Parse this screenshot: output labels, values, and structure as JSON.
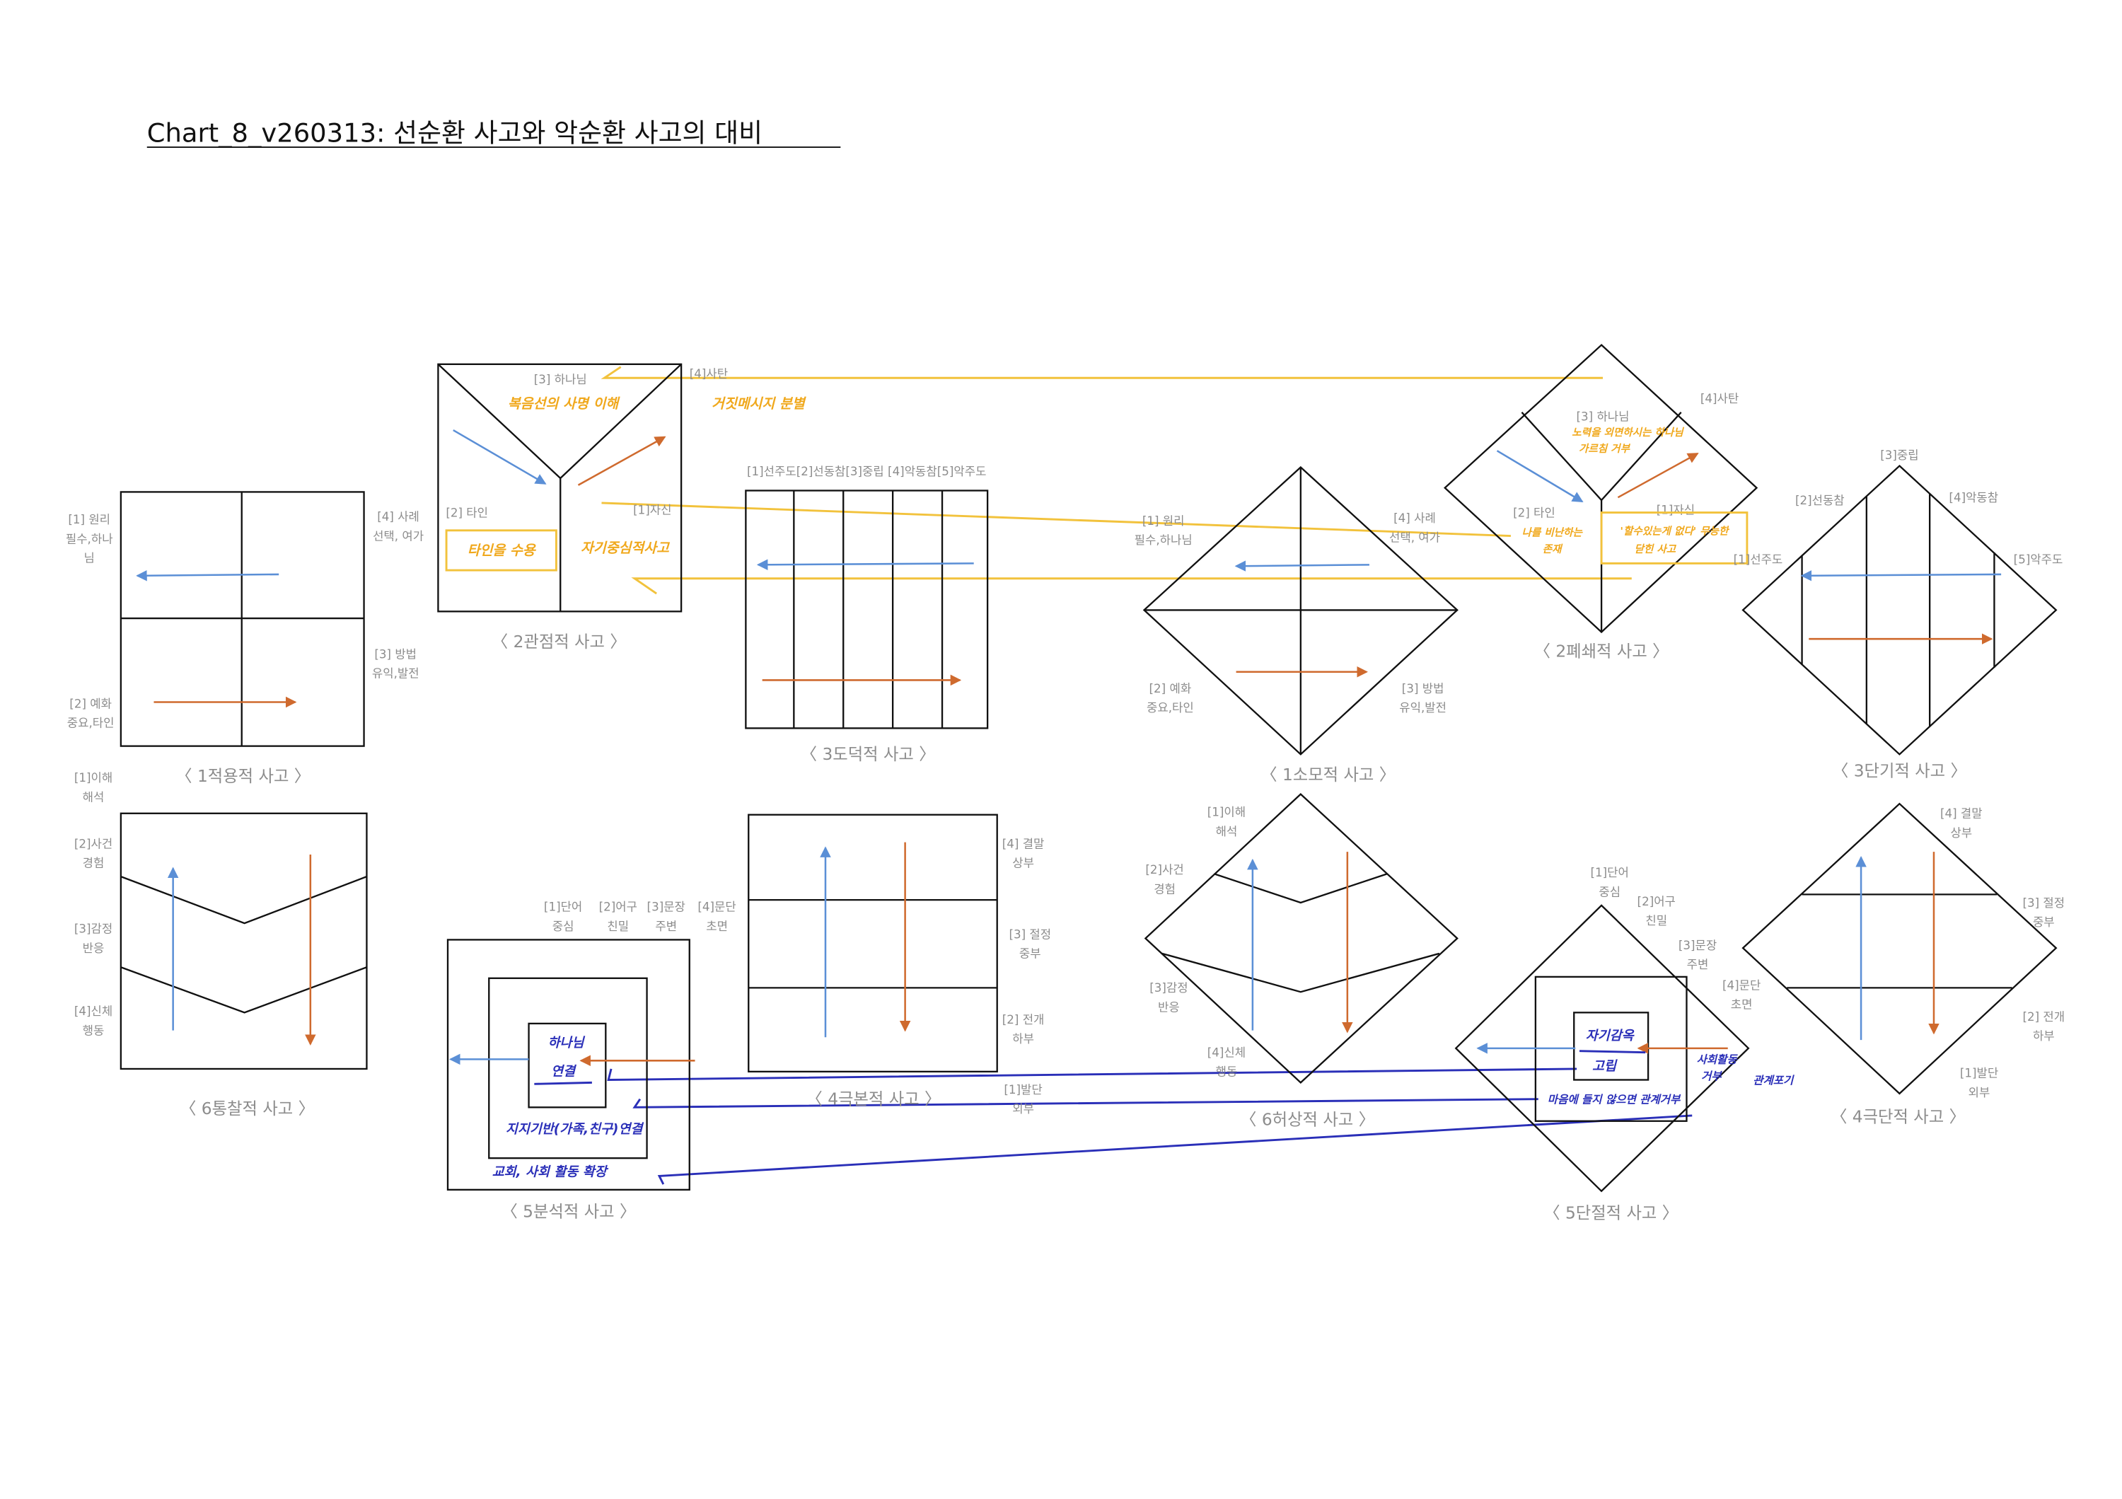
{
  "title": "Chart_8_v260313: 선순환 사고와 악순환 사고의 대비",
  "d1": {
    "caption": "〈 1적용적 사고 〉",
    "l1": [
      "[1] 원리",
      "필수,하나",
      "님"
    ],
    "l4": [
      "[4] 사례",
      "선택, 여가"
    ],
    "l3": [
      "[3] 방법",
      "유익,발전"
    ],
    "l2": [
      "[2] 예화",
      "중요,타인"
    ]
  },
  "d2": {
    "caption": "〈 2관점적 사고 〉",
    "l3": "[3] 하나님",
    "l4": "[4]사탄",
    "l2": "[2] 타인",
    "l1": "[1]자신",
    "note_top": "복음선의 사명 이해",
    "note_satan": "거짓메시지 분별",
    "note_other": "타인을 수용",
    "note_self": "자기중심적사고"
  },
  "d3": {
    "caption": "〈 3도덕적 사고 〉",
    "header": "[1]선주도[2]선동참[3]중립 [4]악동참[5]악주도"
  },
  "d4": {
    "caption": "〈 1소모적 사고 〉",
    "l1": [
      "[1] 원리",
      "필수,하나님"
    ],
    "l4": [
      "[4] 사례",
      "선택, 여가"
    ],
    "l2": [
      "[2] 예화",
      "중요,타인"
    ],
    "l3": [
      "[3] 방법",
      "유익,발전"
    ]
  },
  "d5": {
    "caption": "〈 2폐쇄적 사고 〉",
    "l3": "[3] 하나님",
    "l4": "[4]사탄",
    "l2": "[2] 타인",
    "l1": "[1]자신",
    "note_top": [
      "노력을 외면하시는 하나님",
      "가르침 거부"
    ],
    "note_other": [
      "나를 비난하는",
      "존재"
    ],
    "note_self": [
      "'할수있는게 없다' 무능한",
      "닫힌 사고"
    ]
  },
  "d6": {
    "caption": "〈 3단기적 사고 〉",
    "l3": "[3]중립",
    "l2": "[2]선동참",
    "l4": "[4]악동참",
    "l1": "[1]선주도",
    "l5": "[5]악주도"
  },
  "d7": {
    "caption": "〈 6통찰적 사고 〉",
    "l1": [
      "[1]이해",
      "해석"
    ],
    "l2": [
      "[2]사건",
      "경험"
    ],
    "l3": [
      "[3]감정",
      "반응"
    ],
    "l4": [
      "[4]신체",
      "행동"
    ]
  },
  "d8": {
    "caption": "〈 5분석적 사고 〉",
    "l1": [
      "[1]단어",
      "중심"
    ],
    "l2": [
      "[2]어구",
      "친밀"
    ],
    "l3": [
      "[3]문장",
      "주변"
    ],
    "l4": [
      "[4]문단",
      "초면"
    ],
    "note_inner": [
      "하나님",
      "연결"
    ],
    "note_mid": "지지기반(가족,친구)연결",
    "note_outer": "교회, 사회 활동 확장"
  },
  "d9": {
    "caption": "〈 4극본적 사고 〉",
    "l4": [
      "[4] 결말",
      "상부"
    ],
    "l3": [
      "[3] 절정",
      "중부"
    ],
    "l2": [
      "[2] 전개",
      "하부"
    ],
    "l1": [
      "[1]발단",
      "외부"
    ]
  },
  "d10": {
    "caption": "〈 6허상적 사고 〉",
    "l1": [
      "[1]이해",
      "해석"
    ],
    "l2": [
      "[2]사건",
      "경험"
    ],
    "l3": [
      "[3]감정",
      "반응"
    ],
    "l4": [
      "[4]신체",
      "행동"
    ]
  },
  "d11": {
    "caption": "〈 5단절적 사고 〉",
    "l1": [
      "[1]단어",
      "중심"
    ],
    "l2": [
      "[2]어구",
      "친밀"
    ],
    "l3": [
      "[3]문장",
      "주변"
    ],
    "l4": [
      "[4]문단",
      "초면"
    ],
    "note_inner": [
      "자기감옥",
      "고립"
    ],
    "note_side": [
      "사회활동",
      "거부"
    ],
    "note_far": "관계포기",
    "note_mid": "마음에 들지 않으면 관계거부"
  },
  "d12": {
    "caption": "〈 4극단적 사고 〉",
    "l4": [
      "[4] 결말",
      "상부"
    ],
    "l3": [
      "[3] 절정",
      "중부"
    ],
    "l2": [
      "[2] 전개",
      "하부"
    ],
    "l1": [
      "[1]발단",
      "외부"
    ]
  },
  "colors": {
    "good_arrow": "#5b8fd6",
    "bad_arrow": "#cf6a2e",
    "note_yellow": "#f2c23c",
    "note_blue": "#2a2fb8"
  }
}
